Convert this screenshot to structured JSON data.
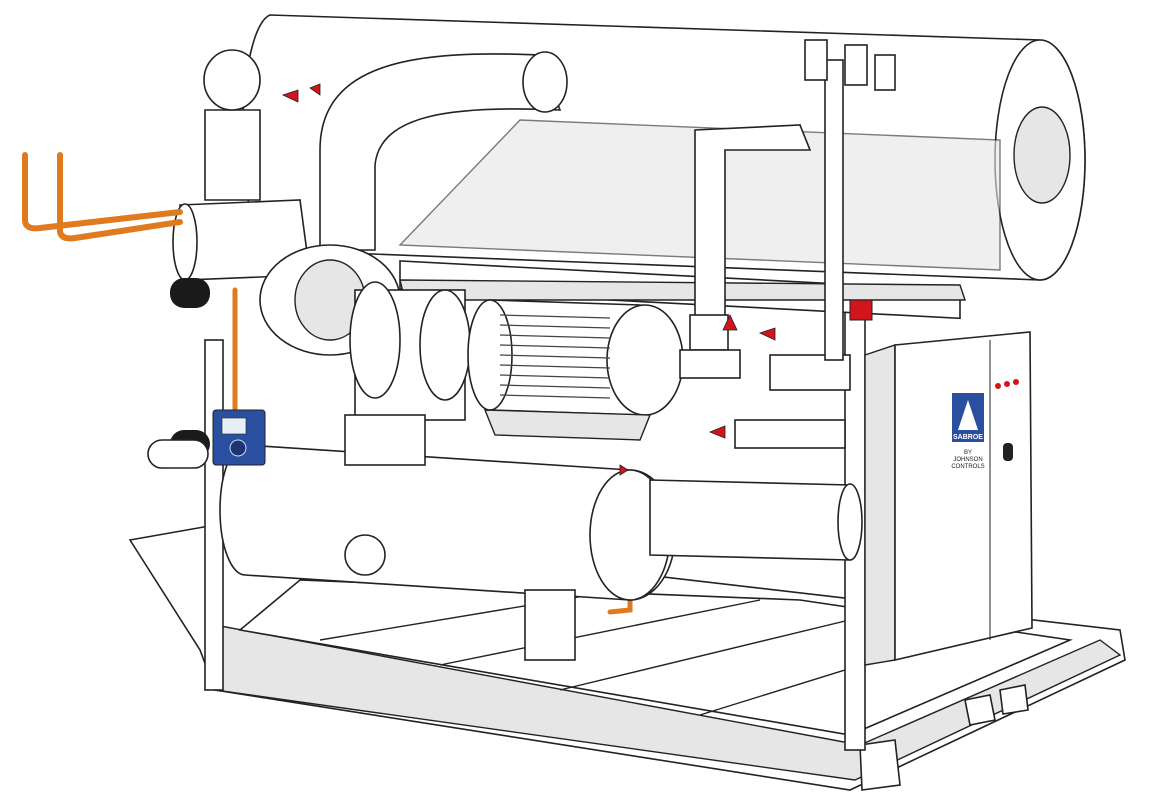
{
  "image": {
    "subject": "industrial-refrigeration-unit-3d-model",
    "colors": {
      "body": "#ffffff",
      "shadow": "#e6e6e6",
      "outline": "#222222",
      "copper_pipe": "#e07a1f",
      "valve_red": "#d4141c",
      "controller_blue": "#2a4fa0",
      "insulation_black": "#1a1a1a"
    },
    "control_panel": {
      "logo": {
        "brand": "SABROE",
        "subtitle": "BY JOHNSON CONTROLS"
      },
      "indicator_lights": 3
    }
  }
}
